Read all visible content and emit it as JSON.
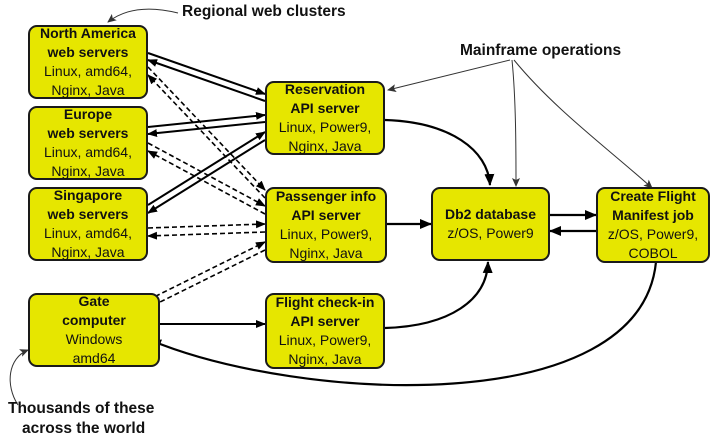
{
  "annotations": {
    "regional": "Regional web clusters",
    "mainframe": "Mainframe operations",
    "thousands_line1": "Thousands of these",
    "thousands_line2": "across the world"
  },
  "nodes": {
    "na": {
      "title": [
        "North America",
        "web servers"
      ],
      "details": [
        "Linux, amd64,",
        "Nginx, Java"
      ]
    },
    "eu": {
      "title": [
        "Europe",
        "web servers"
      ],
      "details": [
        "Linux, amd64,",
        "Nginx, Java"
      ]
    },
    "sg": {
      "title": [
        "Singapore",
        "web servers"
      ],
      "details": [
        "Linux, amd64,",
        "Nginx, Java"
      ]
    },
    "gate": {
      "title": [
        "Gate",
        "computer"
      ],
      "details": [
        "Windows",
        "amd64"
      ]
    },
    "res": {
      "title": [
        "Reservation",
        "API server"
      ],
      "details": [
        "Linux, Power9,",
        "Nginx, Java"
      ]
    },
    "pax": {
      "title": [
        "Passenger info",
        "API server"
      ],
      "details": [
        "Linux, Power9,",
        "Nginx, Java"
      ]
    },
    "chk": {
      "title": [
        "Flight check-in",
        "API server"
      ],
      "details": [
        "Linux, Power9,",
        "Nginx, Java"
      ]
    },
    "db2": {
      "title": [
        "Db2 database"
      ],
      "details": [
        "z/OS, Power9"
      ]
    },
    "job": {
      "title": [
        "Create Flight",
        "Manifest job"
      ],
      "details": [
        "z/OS, Power9,",
        "COBOL"
      ]
    }
  }
}
